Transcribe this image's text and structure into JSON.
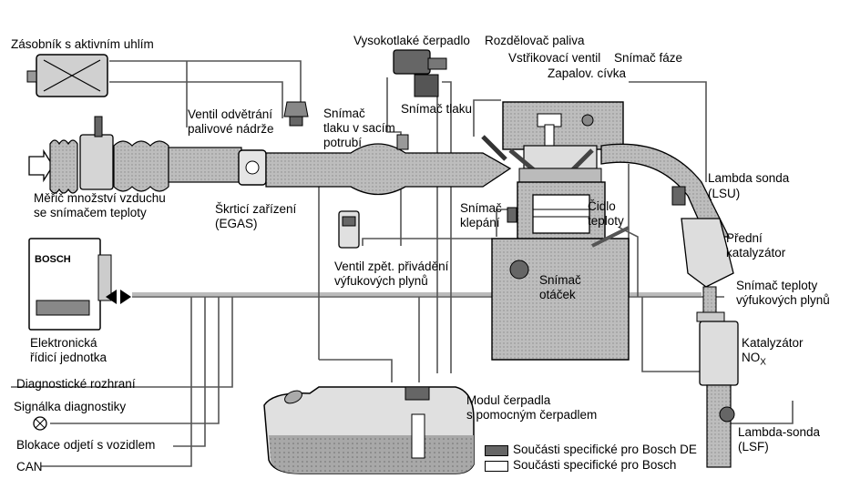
{
  "labels": {
    "charcoal_canister": "Zásobník s aktivním uhlím",
    "high_pressure_pump": "Vysokotlaké čerpadlo",
    "fuel_rail": "Rozdělovač paliva",
    "injector": "Vstřikovací ventil",
    "phase_sensor": "Snímač fáze",
    "ignition_coil": "Zapalov. cívka",
    "tank_vent_valve_1": "Ventil odvětrání",
    "tank_vent_valve_2": "palivové nádrže",
    "intake_pressure_1": "Snímač",
    "intake_pressure_2": "tlaku v sacím",
    "intake_pressure_3": "potrubí",
    "pressure_sensor": "Snímač tlaku",
    "air_mass_meter_1": "Měřič množství vzduchu",
    "air_mass_meter_2": "se snímačem teploty",
    "throttle_1": "Škrticí zařízení",
    "throttle_2": "(EGAS)",
    "knock_sensor_1": "Snímač",
    "knock_sensor_2": "klepání",
    "temp_sensor_1": "Čidlo",
    "temp_sensor_2": "teploty",
    "lambda_lsu_1": "Lambda sonda",
    "lambda_lsu_2": "(LSU)",
    "egr_valve_1": "Ventil zpět. přivádění",
    "egr_valve_2": "výfukových plynů",
    "speed_sensor_1": "Snímač",
    "speed_sensor_2": "otáček",
    "front_cat_1": "Přední",
    "front_cat_2": "katalyzátor",
    "exhaust_temp_1": "Snímač teploty",
    "exhaust_temp_2": "výfukových plynů",
    "ecu_1": "Elektronická",
    "ecu_2": "řídicí jednotka",
    "nox_cat_1": "Katalyzátor",
    "nox_cat_2": "NO",
    "nox_cat_sub": "X",
    "diag_interface": "Diagnostické rozhraní",
    "diag_lamp": "Signálka diagnostiky",
    "immobilizer": "Blokace odjetí s vozidlem",
    "can": "CAN",
    "pump_module_1": "Modul čerpadla",
    "pump_module_2": "s pomocným čerpadlem",
    "lambda_lsf_1": "Lambda-sonda",
    "lambda_lsf_2": "(LSF)",
    "ecu_brand": "BOSCH"
  },
  "legend": [
    {
      "label": "Součásti specifické pro Bosch DE",
      "color": "#666666"
    },
    {
      "label": "Součásti specifické pro Bosch",
      "color": "#ffffff"
    }
  ],
  "icons": [
    "charcoal-canister-icon",
    "air-filter-icon",
    "ecu-icon",
    "engine-icon",
    "fuel-tank-icon",
    "diagnostic-lamp-icon"
  ]
}
